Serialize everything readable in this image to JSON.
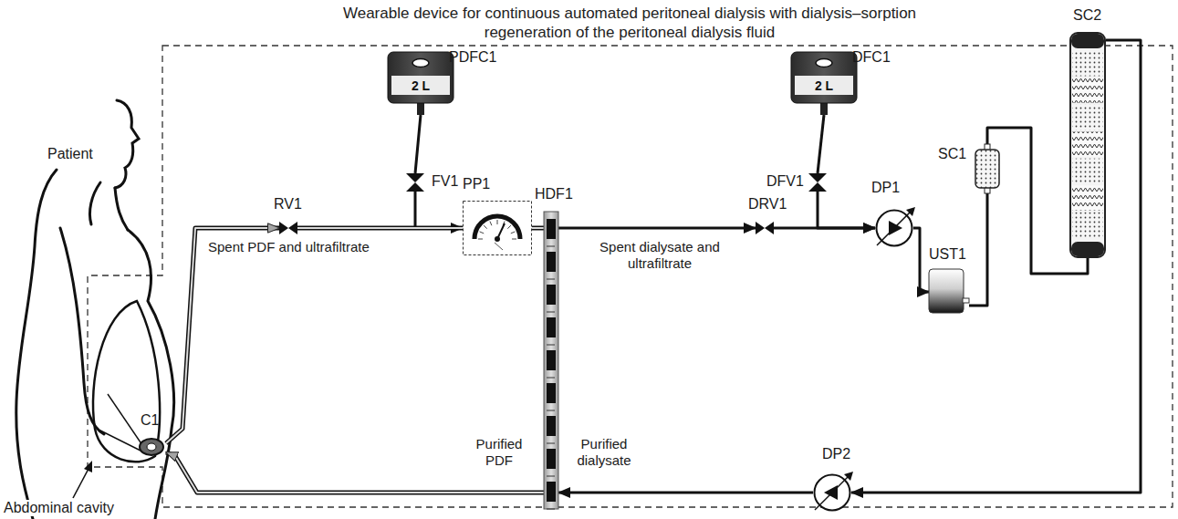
{
  "diagram": {
    "title": "Wearable device for continuous automated peritoneal dialysis with dialysis–sorption regeneration of the peritoneal dialysis fluid",
    "nodes": [
      {
        "text": [
          "PDFC1",
          "2 L"
        ]
      },
      {
        "text": [
          "FV1"
        ]
      },
      {
        "text": [
          "RV1"
        ]
      },
      {
        "text": [
          "PP1"
        ]
      },
      {
        "text": [
          "HDF1"
        ]
      },
      {
        "text": [
          "DFC1",
          "2 L"
        ]
      },
      {
        "text": [
          "DFV1"
        ]
      },
      {
        "text": [
          "DRV1"
        ]
      },
      {
        "text": [
          "DP1"
        ]
      },
      {
        "text": [
          "UST1"
        ]
      },
      {
        "text": [
          "SC1"
        ]
      },
      {
        "text": [
          "SC2"
        ]
      },
      {
        "text": [
          "DP2"
        ]
      },
      {
        "text": [
          "C1"
        ]
      }
    ],
    "edges": [
      {
        "from": 13,
        "to": 2,
        "arrow": "to"
      },
      {
        "from": 0,
        "to": 1,
        "arrow": "none"
      },
      {
        "from": 1,
        "to": 3,
        "arrow": "to"
      },
      {
        "from": 2,
        "to": 3,
        "label": "Spent PDF and ultrafiltrate",
        "arrow": "none"
      },
      {
        "from": 3,
        "to": 4,
        "arrow": "none"
      },
      {
        "from": 4,
        "to": 7,
        "label": "Spent dialysate and ultrafiltrate",
        "arrow": "to"
      },
      {
        "from": 5,
        "to": 6,
        "arrow": "none"
      },
      {
        "from": 6,
        "to": 8,
        "arrow": "to"
      },
      {
        "from": 7,
        "to": 8,
        "arrow": "to"
      },
      {
        "from": 8,
        "to": 9,
        "arrow": "to"
      },
      {
        "from": 9,
        "to": 10,
        "arrow": "none"
      },
      {
        "from": 10,
        "to": 11,
        "arrow": "none"
      },
      {
        "from": 11,
        "to": 12,
        "arrow": "to"
      },
      {
        "from": 12,
        "to": 4,
        "label": "Purified dialysate",
        "arrow": "to"
      },
      {
        "from": 4,
        "to": 13,
        "label": "Purified PDF",
        "arrow": "to"
      }
    ],
    "labels": [
      "Patient",
      "Abdominal cavity"
    ]
  }
}
